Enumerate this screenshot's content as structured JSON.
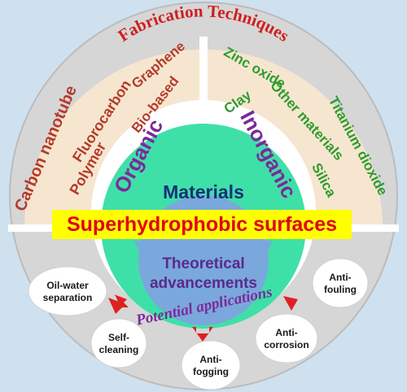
{
  "title": "Fabrication Techniques",
  "center": {
    "materials": "Materials",
    "organic": "Organic",
    "inorganic": "Inorganic",
    "banner": "Superhydrophobic surfaces",
    "theory_line1": "Theoretical",
    "theory_line2": "advancements",
    "applications": "Potential applications"
  },
  "organic_items": {
    "graphene": "Graphene",
    "fluorocarbon": "Fluorocarbon",
    "bio_based": "Bio-based",
    "carbon_nanotube": "Carbon nanotube",
    "polymer": "Polymer"
  },
  "inorganic_items": {
    "zinc_oxide": "Zinc oxide",
    "clay": "Clay",
    "other_materials": "Other materials",
    "titanium_dioxide": "Titanium dioxide",
    "silica": "Silica"
  },
  "applications": {
    "oil_water": [
      "Oil-water",
      "separation"
    ],
    "self_cleaning": [
      "Self-",
      "cleaning"
    ],
    "anti_fogging": [
      "Anti-",
      "fogging"
    ],
    "anti_corrosion": [
      "Anti-",
      "corrosion"
    ],
    "anti_fouling": [
      "Anti-",
      "fouling"
    ]
  },
  "colors": {
    "background": "#cfe1ef",
    "outer_ring": "#d6d6d6",
    "sector": "#f6e6cf",
    "title": "#d21e1e",
    "organic_text": "#b53a2a",
    "inorganic_text": "#2e9b2e",
    "purple_text": "#7a2a9a",
    "materials_text": "#16307a",
    "green_circle": "#3fe0a8",
    "blue_circle": "#7aa8dc",
    "banner_bg": "#ffff00",
    "banner_text": "#e0001b",
    "arrow": "#e02020"
  }
}
